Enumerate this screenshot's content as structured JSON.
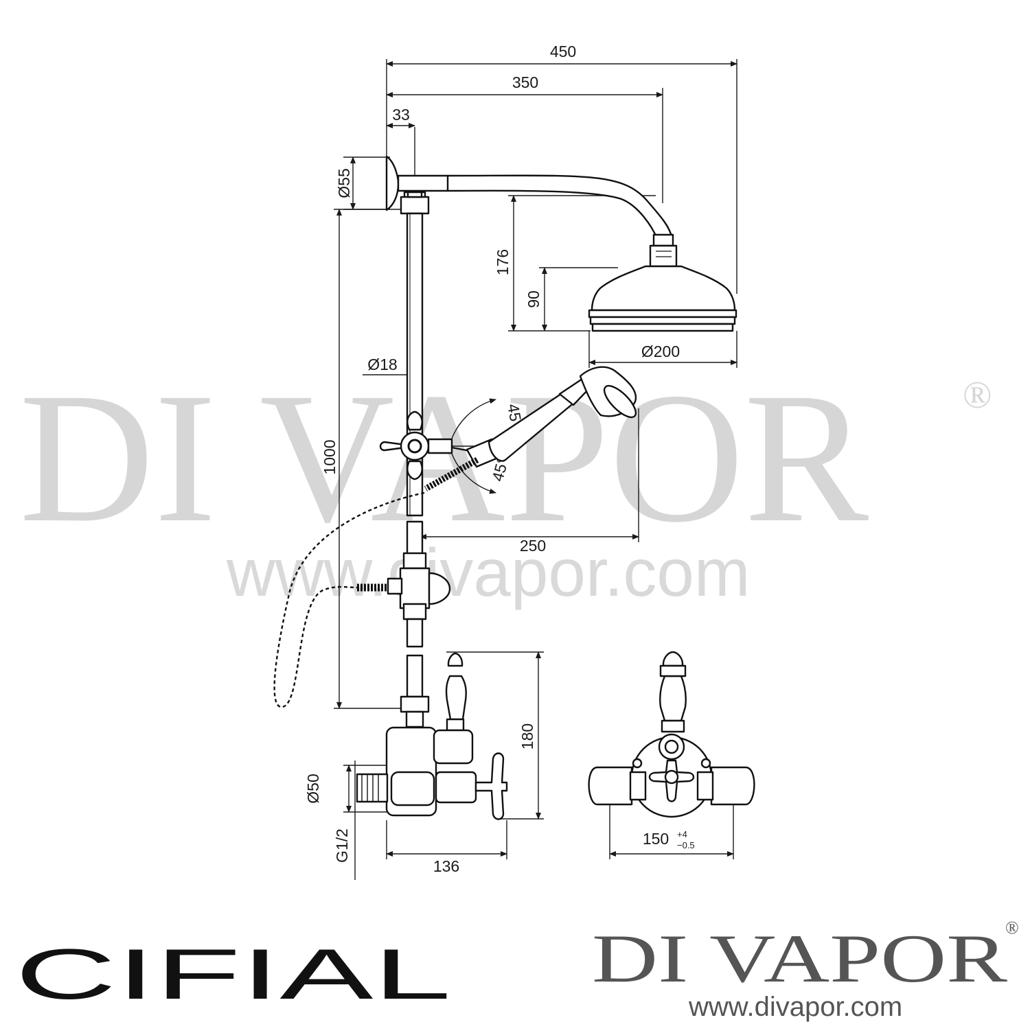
{
  "watermark": {
    "brand": "DI VAPOR",
    "registered": "®",
    "url": "www.divapor.com"
  },
  "dimensions": {
    "total_width": "450",
    "arm_reach": "350",
    "rail_offset": "33",
    "wall_flange_dia": "Ø55",
    "rail_height": "1000",
    "head_drop": "176",
    "head_height": "90",
    "head_dia": "Ø200",
    "rail_dia": "Ø18",
    "handset_angle_top": "45°",
    "handset_angle_bottom": "45°",
    "handset_reach": "250",
    "valve_height": "180",
    "valve_depth": "136",
    "inlet_dia": "Ø50",
    "inlet_thread": "G1/2",
    "centres": "150",
    "centres_tol_plus": "+4",
    "centres_tol_minus": "−0.5"
  },
  "footer": {
    "manufacturer": "CIFIAL",
    "retailer_logo": "DI VAPOR",
    "retailer_reg": "®",
    "retailer_url": "www.divapor.com"
  }
}
